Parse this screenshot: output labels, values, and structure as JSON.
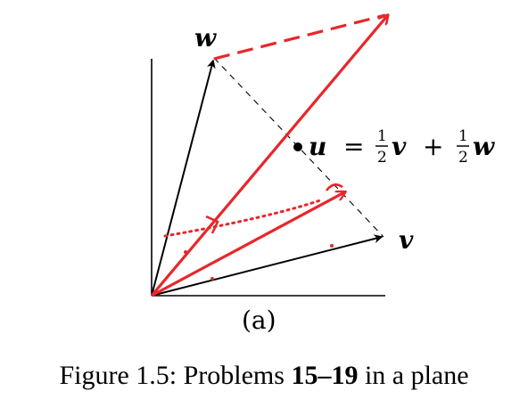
{
  "diagram": {
    "labels": {
      "w": "w",
      "v": "v",
      "u": "u",
      "equals": "=",
      "plus": "+",
      "half_num": "1",
      "half_den": "2",
      "panel": "(a)"
    },
    "colors": {
      "red": "#e8262b",
      "black": "#000000"
    }
  },
  "caption": {
    "prefix": "Figure 1.5: Problems ",
    "bold": "15–19",
    "suffix": " in a plane"
  }
}
